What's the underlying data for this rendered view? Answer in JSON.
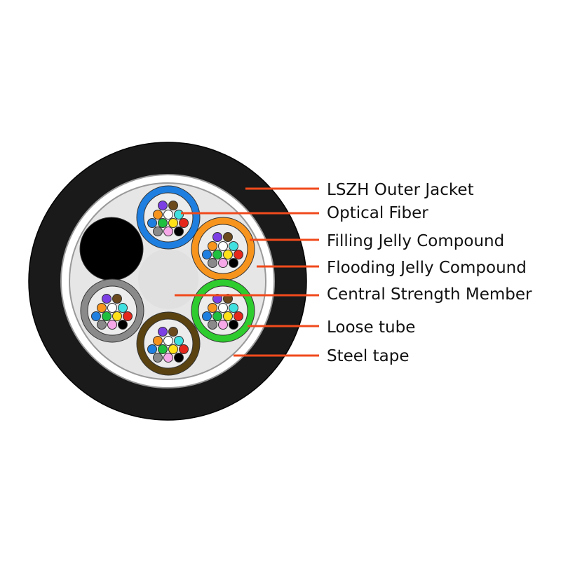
{
  "labels": [
    {
      "text": "LSZH Outer Jacket",
      "target": "outer-jacket"
    },
    {
      "text": "Optical Fiber",
      "target": "optical-fiber"
    },
    {
      "text": "Filling Jelly Compound",
      "target": "filling-jelly"
    },
    {
      "text": "Flooding Jelly Compound",
      "target": "flooding-jelly"
    },
    {
      "text": "Central Strength Member",
      "target": "central-strength-member"
    },
    {
      "text": "Loose tube",
      "target": "loose-tube"
    },
    {
      "text": "Steel tape",
      "target": "steel-tape"
    }
  ],
  "colors": {
    "jacket": "#1a1a1a",
    "steel_tape": "#ffffff",
    "flooding_jelly": "#e6e6e6",
    "filling_jelly": "#ececec",
    "strength_member": "#e0e0e0",
    "filler_rod": "#000000",
    "leader": "#f04a1c",
    "tube_blue": "#1f7fe0",
    "tube_orange": "#f7941d",
    "tube_green": "#2ecc2e",
    "tube_brown": "#5a4310",
    "tube_gray": "#8a8a8a"
  },
  "fiber_colors": [
    "#7b3fe4",
    "#6b4a1e",
    "#f7941d",
    "#ffffff",
    "#40e0e0",
    "#1f7fe0",
    "#1fbf3f",
    "#ffe11a",
    "#e6271c",
    "#8a8a8a",
    "#f7a8e8",
    "#000000"
  ],
  "loose_tubes": [
    {
      "name": "blue",
      "color_key": "tube_blue"
    },
    {
      "name": "orange",
      "color_key": "tube_orange"
    },
    {
      "name": "green",
      "color_key": "tube_green"
    },
    {
      "name": "brown",
      "color_key": "tube_brown"
    },
    {
      "name": "gray",
      "color_key": "tube_gray"
    }
  ]
}
